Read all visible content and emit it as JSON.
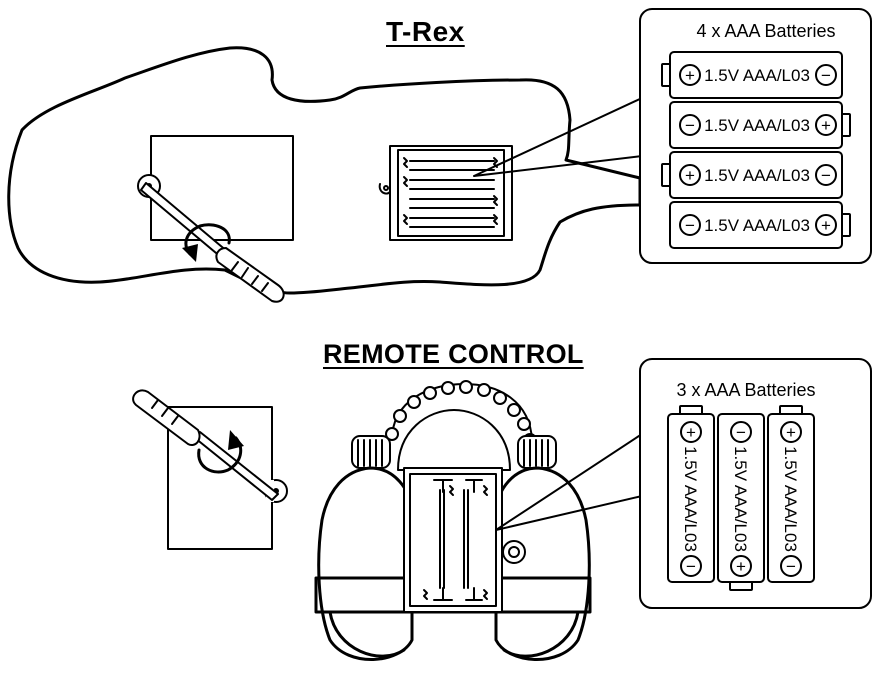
{
  "trex": {
    "heading": "T-Rex",
    "battery_box_title": "4 x AAA Batteries",
    "batteries": [
      {
        "label": "1.5V AAA/L03",
        "left_sign": "+",
        "right_sign": "−"
      },
      {
        "label": "1.5V AAA/L03",
        "left_sign": "−",
        "right_sign": "+"
      },
      {
        "label": "1.5V AAA/L03",
        "left_sign": "+",
        "right_sign": "−"
      },
      {
        "label": "1.5V AAA/L03",
        "left_sign": "−",
        "right_sign": "+"
      }
    ]
  },
  "remote": {
    "heading": "REMOTE CONTROL",
    "battery_box_title": "3 x AAA Batteries",
    "batteries": [
      {
        "label": "1.5V AAA/L03",
        "top_sign": "+",
        "bottom_sign": "−"
      },
      {
        "label": "1.5V AAA/L03",
        "top_sign": "−",
        "bottom_sign": "+"
      },
      {
        "label": "1.5V AAA/L03",
        "top_sign": "+",
        "bottom_sign": "−"
      }
    ]
  },
  "icons": [
    "screwdriver-icon",
    "rotate-arrow-icon",
    "battery-icon",
    "screw-icon"
  ]
}
